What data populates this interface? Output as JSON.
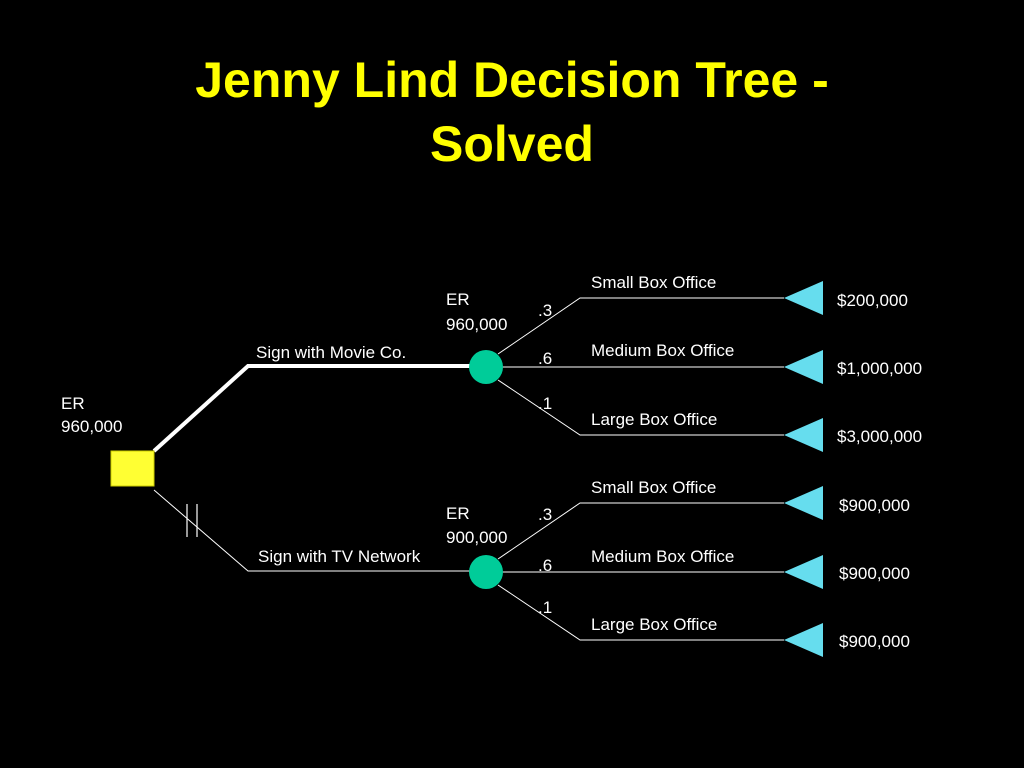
{
  "title": {
    "line1": "Jenny Lind Decision Tree -",
    "line2": "Solved"
  },
  "colors": {
    "background": "#000000",
    "title": "#ffff00",
    "decision_node": "#ffff33",
    "chance_node": "#00cc99",
    "terminal_node": "#66ddee",
    "line": "#ffffff"
  },
  "root": {
    "er_label": "ER",
    "er_value": "960,000"
  },
  "movie_branch": {
    "label": "Sign with Movie Co.",
    "er_label": "ER",
    "er_value": "960,000",
    "outcomes": [
      {
        "prob": ".3",
        "label": "Small Box Office",
        "payoff": "$200,000"
      },
      {
        "prob": ".6",
        "label": "Medium Box Office",
        "payoff": "$1,000,000"
      },
      {
        "prob": ".1",
        "label": "Large Box Office",
        "payoff": "$3,000,000"
      }
    ]
  },
  "tv_branch": {
    "label": "Sign with TV Network",
    "er_label": "ER",
    "er_value": "900,000",
    "outcomes": [
      {
        "prob": ".3",
        "label": "Small Box Office",
        "payoff": "$900,000"
      },
      {
        "prob": ".6",
        "label": "Medium Box Office",
        "payoff": "$900,000"
      },
      {
        "prob": ".1",
        "label": "Large Box Office",
        "payoff": "$900,000"
      }
    ]
  }
}
